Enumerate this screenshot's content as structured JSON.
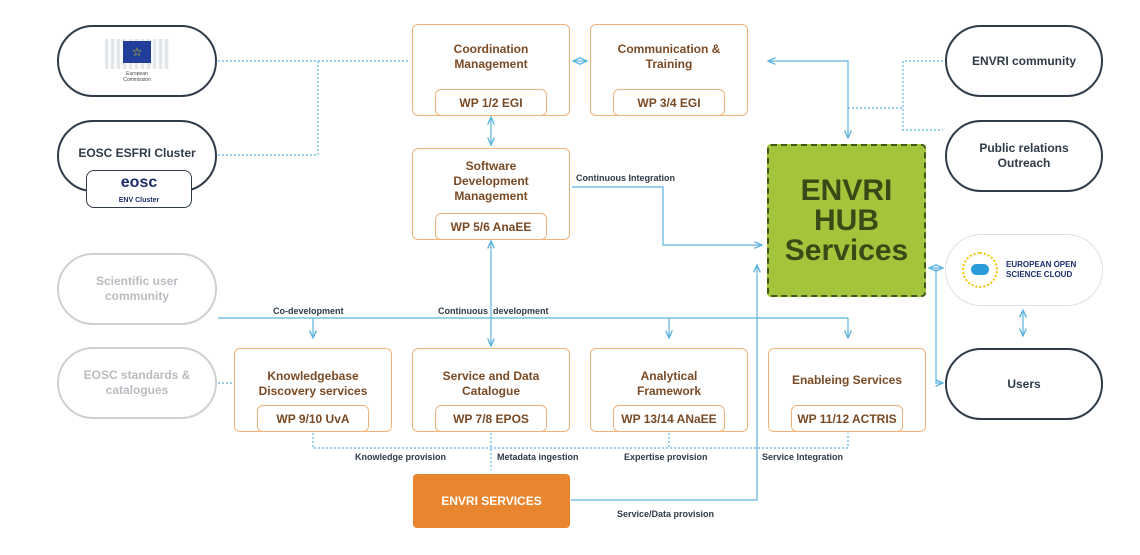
{
  "left": {
    "ec_label_1": "European",
    "ec_label_2": "Commission",
    "esfri": "EOSC ESFRI Cluster",
    "badge_logo": "eosc",
    "badge_sub": "ENV Cluster",
    "sci_1": "Scientific user",
    "sci_2": "community",
    "std_1": "EOSC standards &",
    "std_2": "catalogues"
  },
  "boxes": {
    "coord_1": "Coordination",
    "coord_2": "Management",
    "coord_wp": "WP 1/2 EGI",
    "comm_1": "Communication &",
    "comm_2": "Training",
    "comm_wp": "WP 3/4 EGI",
    "soft_1": "Software",
    "soft_2": "Development",
    "soft_3": "Management",
    "soft_wp": "WP 5/6 AnaEE",
    "kb_1": "Knowledgebase",
    "kb_2": "Discovery services",
    "kb_wp": "WP 9/10 UvA",
    "sdc_1": "Service and Data",
    "sdc_2": "Catalogue",
    "sdc_wp": "WP 7/8 EPOS",
    "af_1": "Analytical",
    "af_2": "Framework",
    "af_wp": "WP 13/14 ANaEE",
    "es_1": "Enableing Services",
    "es_wp": "WP 11/12 ACTRIS"
  },
  "hub": {
    "l1": "ENVRI",
    "l2": "HUB",
    "l3": "Services"
  },
  "services": "ENVRI SERVICES",
  "right": {
    "community": "ENVRI community",
    "pr_1": "Public relations",
    "pr_2": "Outreach",
    "eosc_1": "EUROPEAN OPEN",
    "eosc_2": "SCIENCE CLOUD",
    "users": "Users"
  },
  "labels": {
    "ci": "Continuous Integration",
    "codev": "Co-development",
    "contdev": "Continuous  development",
    "knowledge": "Knowledge provision",
    "metadata": "Metadata ingestion",
    "expertise": "Expertise provision",
    "integration": "Service Integration",
    "provision": "Service/Data provision"
  },
  "colors": {
    "line": "#5bb3e0",
    "orange": "#f0b27a",
    "hub": "#a4c43b",
    "services": "#e8852e"
  }
}
